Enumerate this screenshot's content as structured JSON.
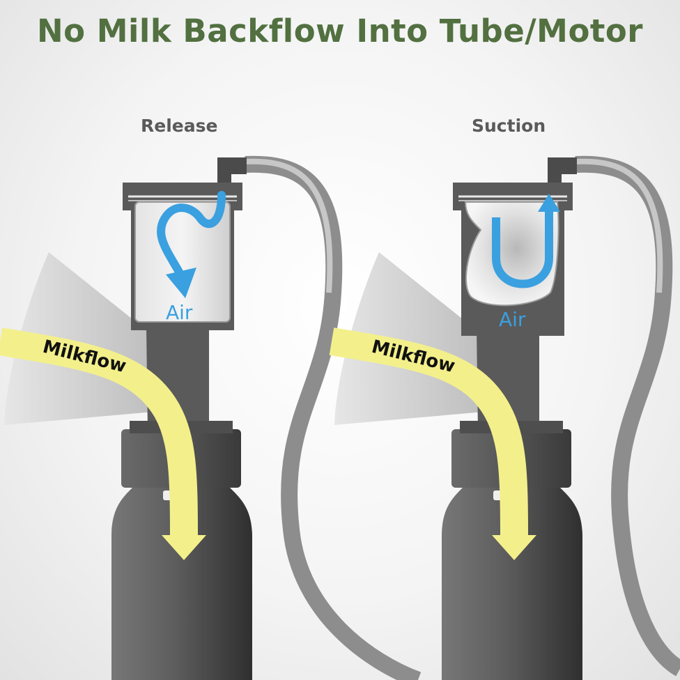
{
  "title": "No Milk Backflow Into Tube/Motor",
  "panels": [
    {
      "label": "Release",
      "air_label": "Air",
      "milk_label": "Milkflow"
    },
    {
      "label": "Suction",
      "air_label": "Air",
      "milk_label": "Milkflow"
    }
  ],
  "colors": {
    "title": "#527040",
    "label": "#5a5a5a",
    "air": "#3aa0e0",
    "milk": "#f3f08c",
    "body": "#5d5d5d",
    "tube": "#8a8a8a",
    "shield": "#d2d2d2"
  }
}
